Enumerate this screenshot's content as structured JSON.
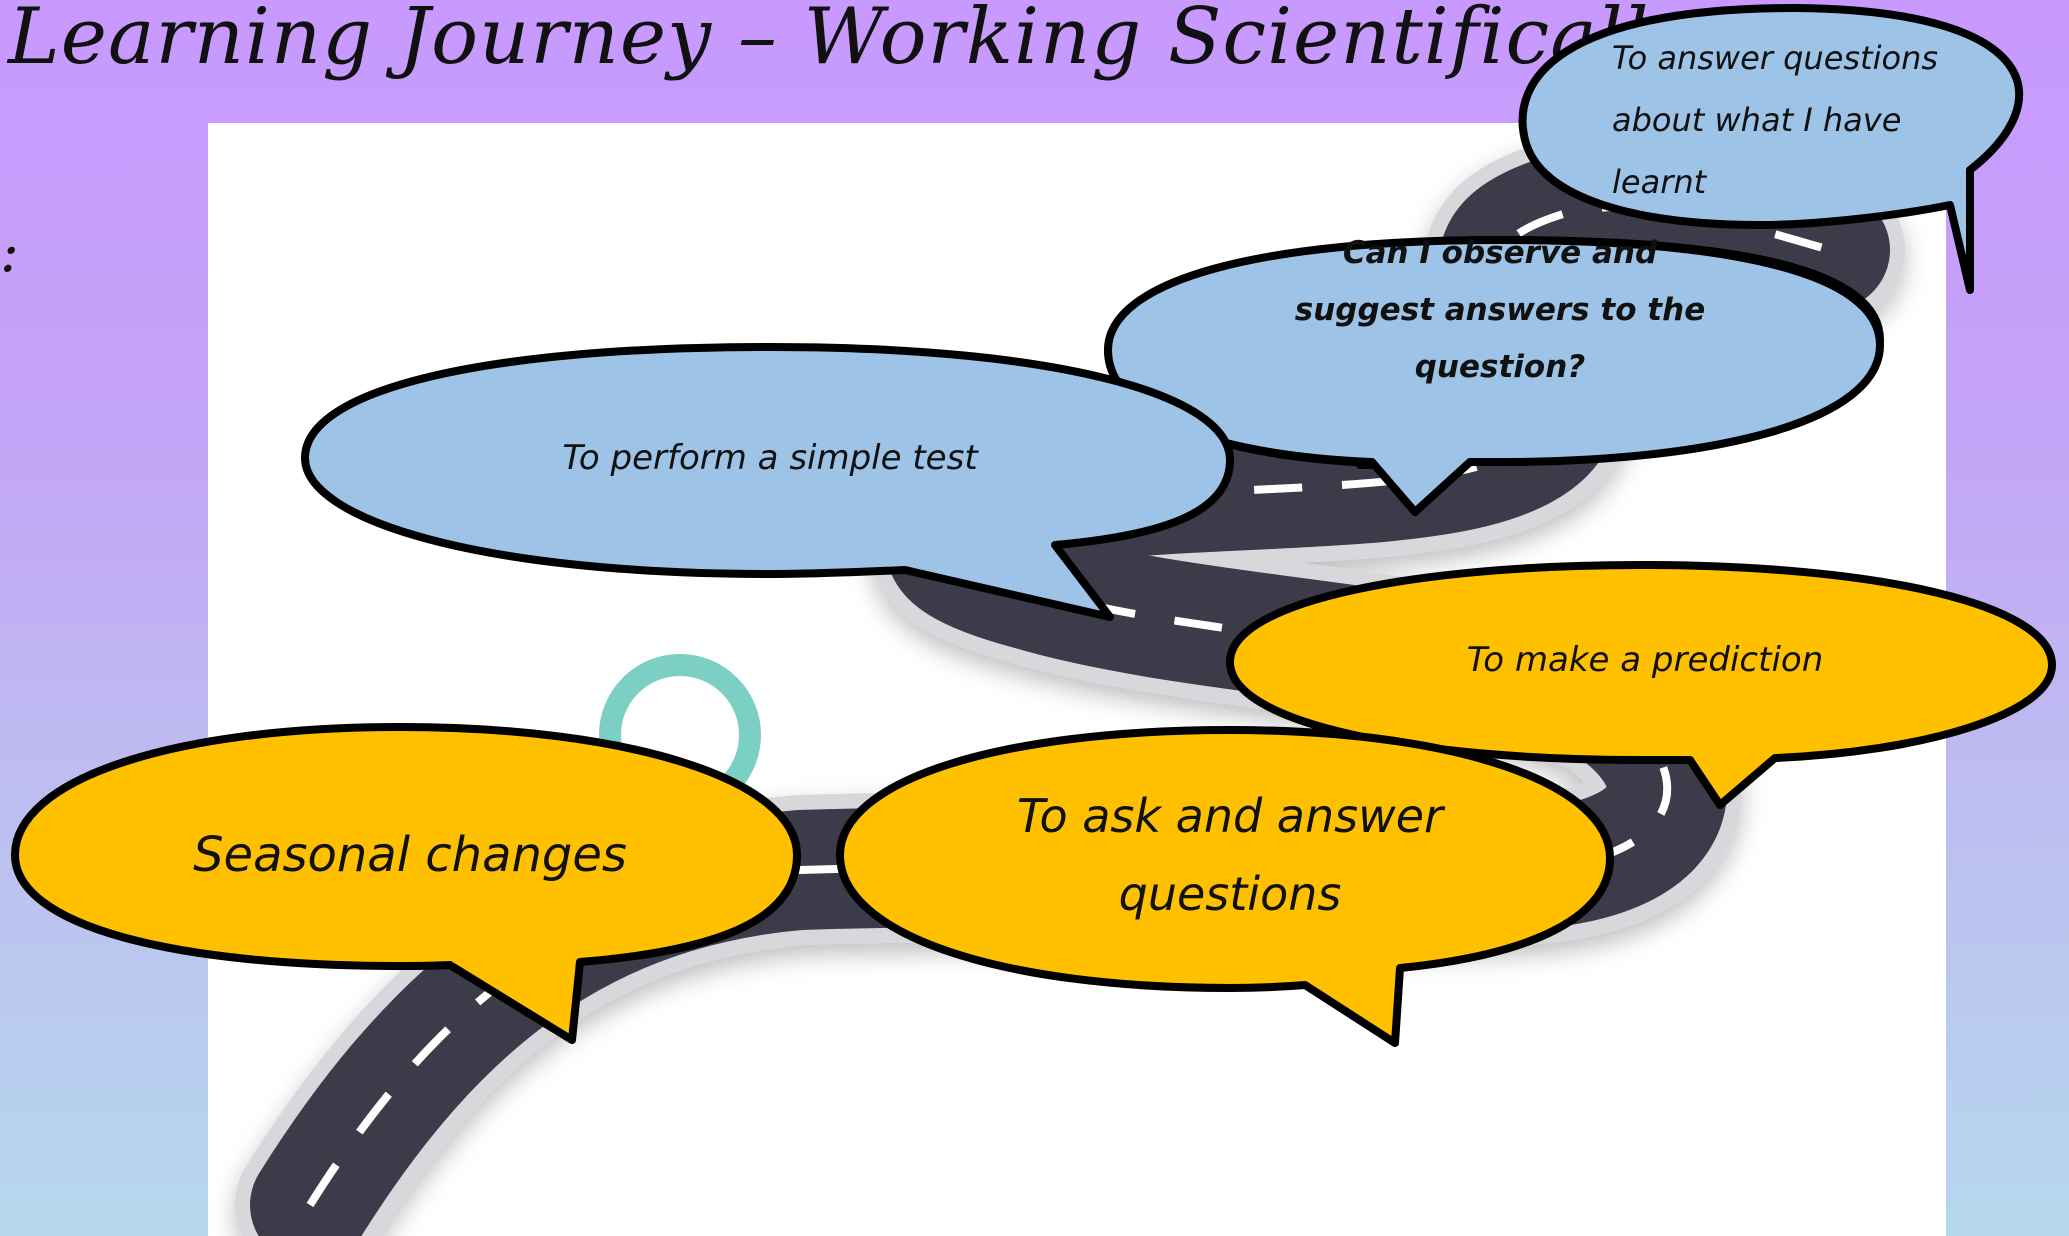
{
  "title": "Learning Journey – Working Scientifically",
  "side_fragment": ":",
  "colors": {
    "background_top": "#c899ff",
    "background_bottom": "#b6d8ee",
    "panel": "#ffffff",
    "road": "#3a3a48",
    "road_edge": "#d8d8dc",
    "bubble_blue": "#9dc3e6",
    "bubble_yellow": "#ffc000",
    "outline": "#000000"
  },
  "bubbles": {
    "seasonal": "Seasonal changes",
    "ask_answer": "To ask and answer questions",
    "prediction": "To make a prediction",
    "simple_test": "To perform a simple test",
    "observe": "Can I observe and suggest answers to the question?",
    "answer_learnt": "To answer questions about what I have learnt"
  }
}
